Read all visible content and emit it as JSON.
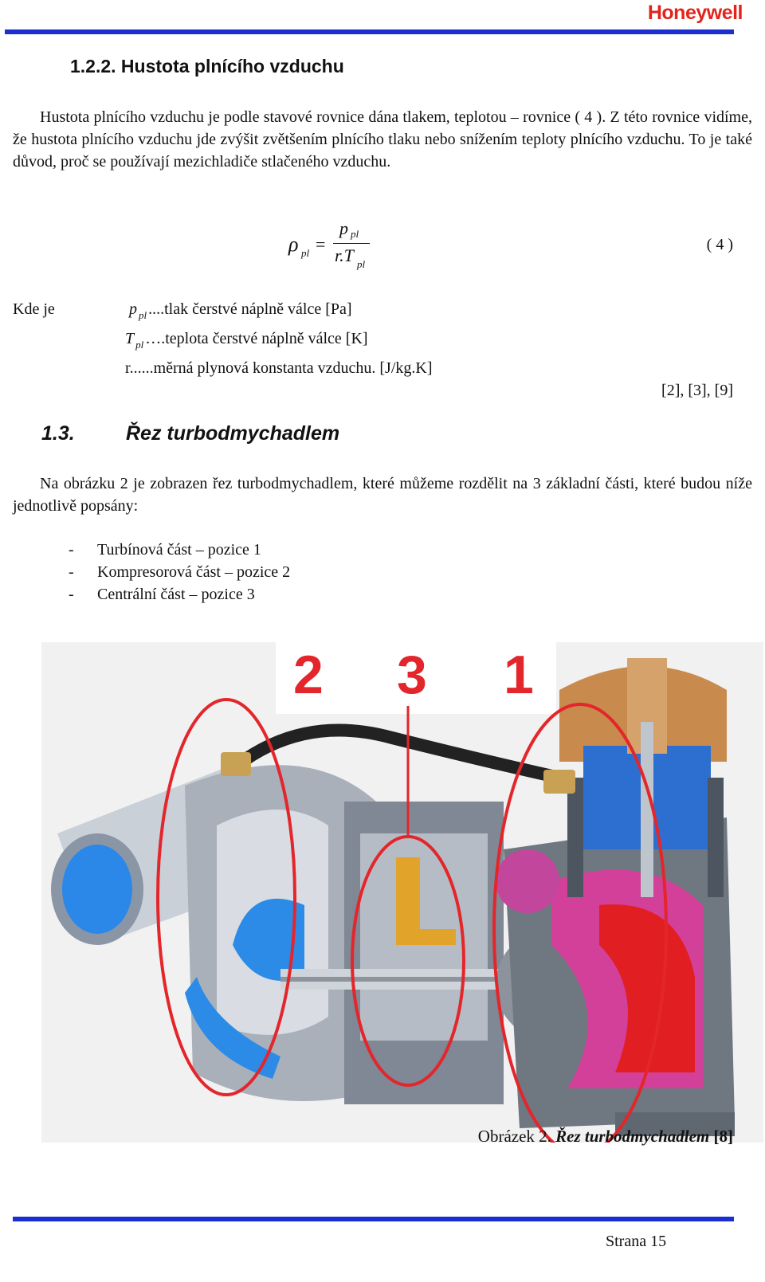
{
  "header": {
    "logo_text": "Honeywell",
    "logo_color": "#e2241b",
    "rule_color": "#1b2fd0"
  },
  "section_122": {
    "heading": "1.2.2. Hustota plnícího vzduchu",
    "paragraph": "Hustota plnícího vzduchu je podle stavové rovnice dána tlakem, teplotou – rovnice ( 4 ). Z této rovnice vidíme, že hustota plnícího vzduchu jde zvýšit zvětšením plnícího tlaku nebo snížením teploty plnícího vzduchu. To je také důvod, proč se používají mezichladiče stlačeného vzduchu."
  },
  "equation": {
    "lhs_symbol": "ρ",
    "lhs_sub": "pl",
    "equals": "=",
    "numerator_symbol": "p",
    "numerator_sub": "pl",
    "denominator_main": "r.T",
    "denominator_sub": "pl",
    "number": "( 4 )"
  },
  "legend": {
    "label": "Kde je",
    "items": [
      {
        "symbol": "p",
        "sub": "pl",
        "text": "....tlak čerstvé náplně válce [Pa]"
      },
      {
        "symbol": "T",
        "sub": "pl",
        "text": "….teplota čerstvé náplně válce [K]"
      },
      {
        "symbol": "r",
        "sub": "",
        "text": "......měrná plynová konstanta vzduchu. [J/kg.K]"
      }
    ],
    "references": "[2], [3], [9]"
  },
  "section_13": {
    "number": "1.3.",
    "title": "Řez turbodmychadlem",
    "paragraph": "Na obrázku 2 je zobrazen řez turbodmychadlem, které můžeme rozdělit na 3 základní části, které budou níže jednotlivě popsány:",
    "list": [
      {
        "dash": "-",
        "text": "Turbínová část – pozice 1"
      },
      {
        "dash": "-",
        "text": "Kompresorová část – pozice 2"
      },
      {
        "dash": "-",
        "text": "Centrální část – pozice 3"
      }
    ]
  },
  "figure": {
    "label_left": "2",
    "label_middle": "3",
    "label_right": "1",
    "caption_prefix": "Obrázek 2.",
    "caption_title": "Řez turbodmychadlem",
    "caption_ref": "[8]",
    "accent_color": "#e3262b"
  },
  "footer": {
    "page": "Strana 15"
  }
}
